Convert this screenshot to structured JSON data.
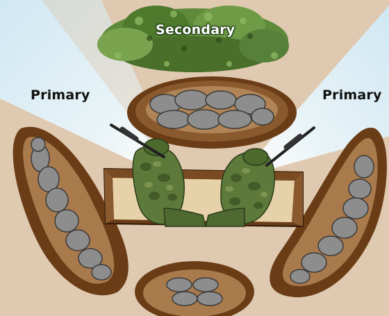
{
  "labels": {
    "secondary": "Secondary",
    "primary_left": "Primary",
    "primary_right": "Primary"
  },
  "colors": {
    "ground": "#dfc9b0",
    "sector_fill": "#eaf6fb",
    "parapet_dirt": "#7a4a22",
    "parapet_rocks": "#8a8a8a",
    "bush": "#5f8a3a",
    "camouflage": "#5d7a3a",
    "label_text": "#111111"
  },
  "icons": [
    "bush-icon",
    "rock-parapet-icon",
    "soldier-icon",
    "rifle-icon",
    "foxhole-icon"
  ]
}
